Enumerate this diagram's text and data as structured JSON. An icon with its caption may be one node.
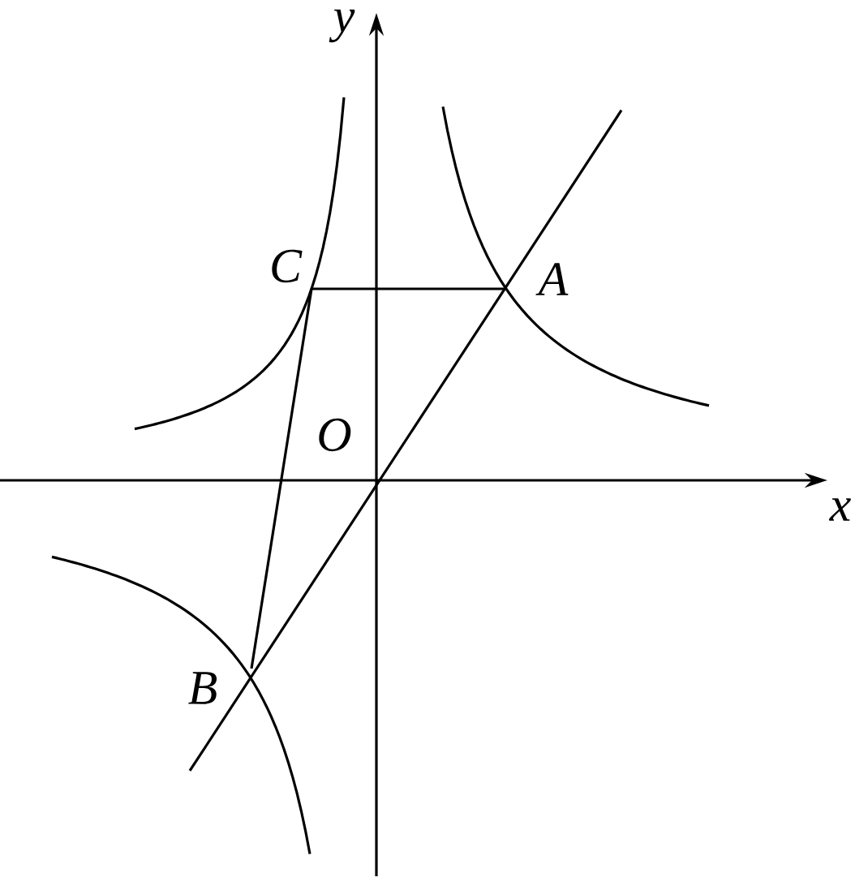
{
  "diagram": {
    "labels": [
      "y",
      "C",
      "A",
      "O",
      "x",
      "B"
    ]
  }
}
